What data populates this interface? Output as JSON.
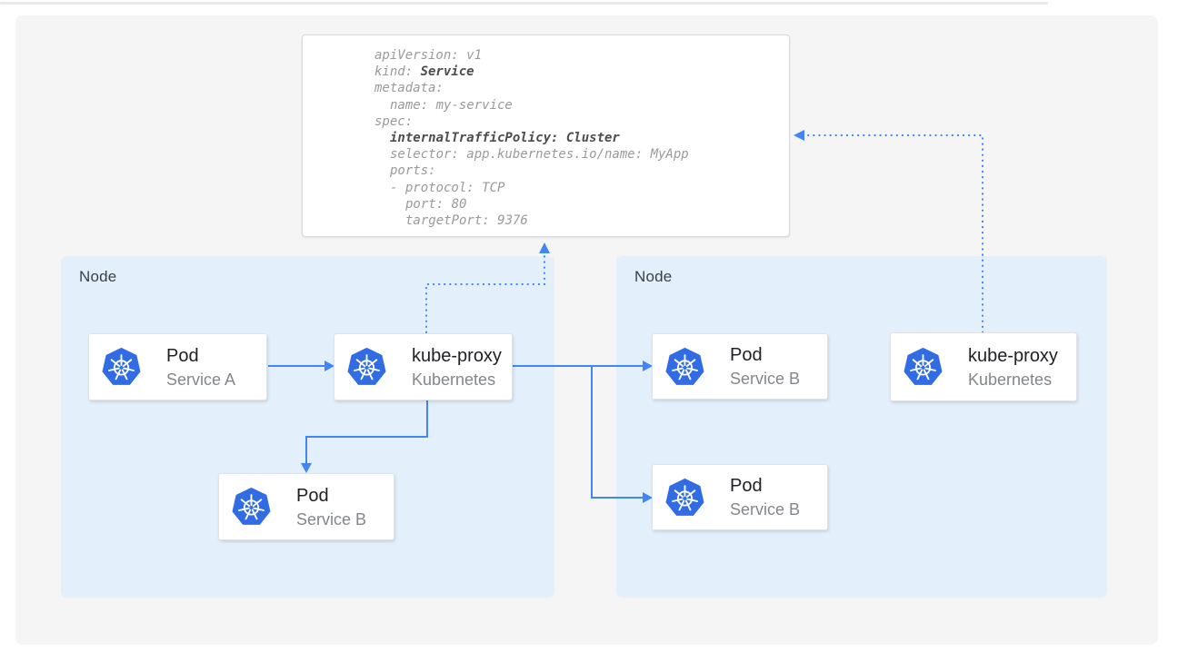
{
  "colors": {
    "kubernetes_blue": "#326ce5",
    "arrow_blue": "#4285f4",
    "node_fill": "#e3f0fc",
    "canvas_fill": "#f5f5f6",
    "yaml_text": "#9a9a9a",
    "yaml_bold_text": "#4d4d4d"
  },
  "yaml_box": {
    "lines": [
      {
        "indent": 0,
        "segments": [
          {
            "text": "apiVersion: v1",
            "bold": false
          }
        ]
      },
      {
        "indent": 0,
        "segments": [
          {
            "text": "kind: ",
            "bold": false
          },
          {
            "text": "Service",
            "bold": true
          }
        ]
      },
      {
        "indent": 0,
        "segments": [
          {
            "text": "metadata:",
            "bold": false
          }
        ]
      },
      {
        "indent": 1,
        "segments": [
          {
            "text": "name: my-service",
            "bold": false
          }
        ]
      },
      {
        "indent": 0,
        "segments": [
          {
            "text": "spec:",
            "bold": false
          }
        ]
      },
      {
        "indent": 1,
        "segments": [
          {
            "text": "internalTrafficPolicy: Cluster",
            "bold": true
          }
        ]
      },
      {
        "indent": 1,
        "segments": [
          {
            "text": "selector: app.kubernetes.io/name: MyApp",
            "bold": false
          }
        ]
      },
      {
        "indent": 1,
        "segments": [
          {
            "text": "ports:",
            "bold": false
          }
        ]
      },
      {
        "indent": 1,
        "segments": [
          {
            "text": "- protocol: TCP",
            "bold": false
          }
        ]
      },
      {
        "indent": 2,
        "segments": [
          {
            "text": "port: 80",
            "bold": false
          }
        ]
      },
      {
        "indent": 2,
        "segments": [
          {
            "text": "targetPort: 9376",
            "bold": false
          }
        ]
      }
    ]
  },
  "nodes": {
    "left": {
      "label": "Node"
    },
    "right": {
      "label": "Node"
    }
  },
  "cards": {
    "pod_a": {
      "title": "Pod",
      "subtitle": "Service A",
      "icon": "kubernetes-icon"
    },
    "kube_proxy_left": {
      "title": "kube-proxy",
      "subtitle": "Kubernetes",
      "icon": "kubernetes-icon"
    },
    "pod_b_left": {
      "title": "Pod",
      "subtitle": "Service B",
      "icon": "kubernetes-icon"
    },
    "pod_b_right_top": {
      "title": "Pod",
      "subtitle": "Service B",
      "icon": "kubernetes-icon"
    },
    "pod_b_right_bottom": {
      "title": "Pod",
      "subtitle": "Service B",
      "icon": "kubernetes-icon"
    },
    "kube_proxy_right": {
      "title": "kube-proxy",
      "subtitle": "Kubernetes",
      "icon": "kubernetes-icon"
    }
  }
}
